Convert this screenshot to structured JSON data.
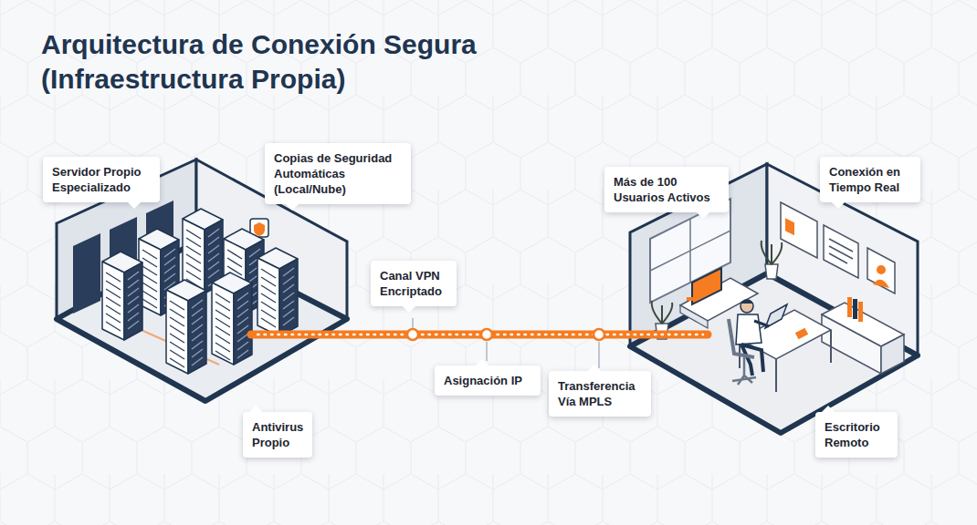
{
  "diagram": {
    "title": "Arquitectura de Conexión Segura (Infraestructura Propia)",
    "nodes": [
      {
        "text": [
          "Copias de Seguridad Automáticas (Local/Nube)"
        ]
      },
      {
        "text": [
          "Servidor Propio Especializado"
        ]
      },
      {
        "text": [
          "Conexión en Tiempo Real"
        ]
      },
      {
        "text": [
          "Más de 100 Usuarios Activos"
        ]
      },
      {
        "text": [
          "Canal VPN Encriptado"
        ]
      },
      {
        "text": [
          "Asignación IP"
        ]
      },
      {
        "text": [
          "Transferencia Vía MPLS"
        ]
      },
      {
        "text": [
          "Antivirus Propio"
        ]
      },
      {
        "text": [
          "Escritorio Remoto"
        ]
      }
    ]
  }
}
